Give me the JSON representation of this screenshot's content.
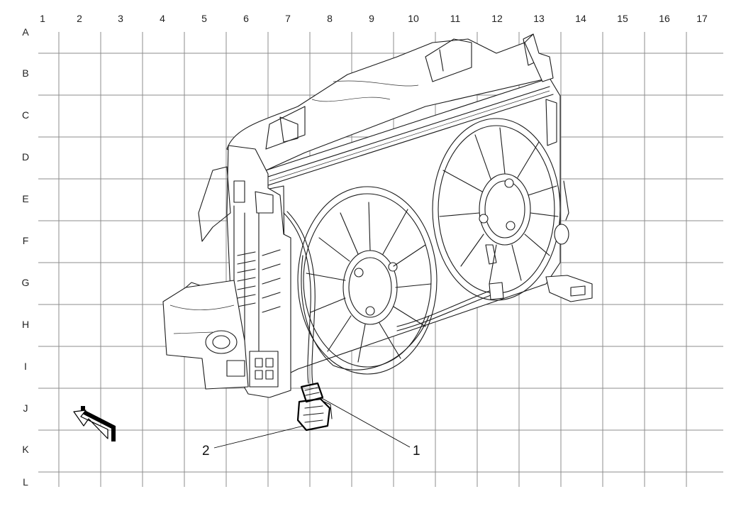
{
  "grid": {
    "columns": [
      "1",
      "2",
      "3",
      "4",
      "5",
      "6",
      "7",
      "8",
      "9",
      "10",
      "11",
      "12",
      "13",
      "14",
      "15",
      "16",
      "17"
    ],
    "rows": [
      "A",
      "B",
      "C",
      "D",
      "E",
      "F",
      "G",
      "H",
      "I",
      "J",
      "K",
      "L"
    ]
  },
  "callouts": [
    {
      "label": "1"
    },
    {
      "label": "2"
    }
  ],
  "orientation_arrow": {
    "icon": "front-direction-arrow-icon"
  },
  "colors": {
    "grid": "#8c8c8c",
    "line": "#1a1a1a",
    "background": "#ffffff"
  }
}
